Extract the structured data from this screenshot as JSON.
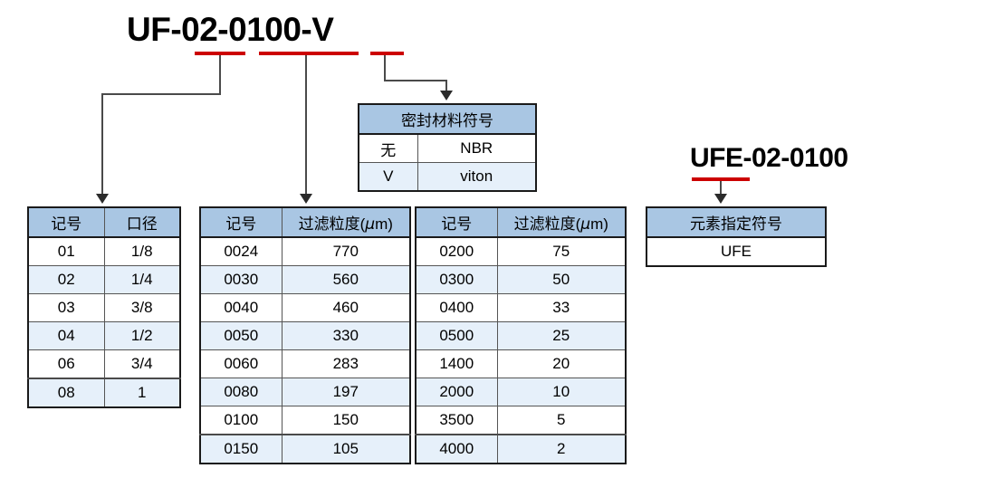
{
  "diagram": {
    "main_part_number": "UF-02-0100-V",
    "secondary_part_number": "UFE-02-0100"
  },
  "bore_table": {
    "headers": [
      "记号",
      "口径"
    ],
    "rows": [
      [
        "01",
        "1/8"
      ],
      [
        "02",
        "1/4"
      ],
      [
        "03",
        "3/8"
      ],
      [
        "04",
        "1/2"
      ],
      [
        "06",
        "3/4"
      ],
      [
        "08",
        "1"
      ]
    ]
  },
  "mesh_table_a": {
    "headers": [
      "记号",
      "过滤粒度(μm)"
    ],
    "header_main": "过滤粒度(",
    "header_unit": "μ",
    "header_tail": "m)",
    "rows": [
      [
        "0024",
        "770"
      ],
      [
        "0030",
        "560"
      ],
      [
        "0040",
        "460"
      ],
      [
        "0050",
        "330"
      ],
      [
        "0060",
        "283"
      ],
      [
        "0080",
        "197"
      ],
      [
        "0100",
        "150"
      ],
      [
        "0150",
        "105"
      ]
    ]
  },
  "mesh_table_b": {
    "headers": [
      "记号",
      "过滤粒度(μm)"
    ],
    "rows": [
      [
        "0200",
        "75"
      ],
      [
        "0300",
        "50"
      ],
      [
        "0400",
        "33"
      ],
      [
        "0500",
        "25"
      ],
      [
        "1400",
        "20"
      ],
      [
        "2000",
        "10"
      ],
      [
        "3500",
        "5"
      ],
      [
        "4000",
        "2"
      ]
    ]
  },
  "seal_table": {
    "title": "密封材料符号",
    "rows": [
      [
        "无",
        "NBR"
      ],
      [
        "V",
        "viton"
      ]
    ]
  },
  "element_table": {
    "title": "元素指定符号",
    "rows": [
      [
        "UFE"
      ]
    ]
  },
  "colors": {
    "accent_red": "#cc0000",
    "header_blue": "#a9c6e3",
    "alt_row_blue": "#e6f0fa",
    "line_gray": "#4a4a4a"
  }
}
